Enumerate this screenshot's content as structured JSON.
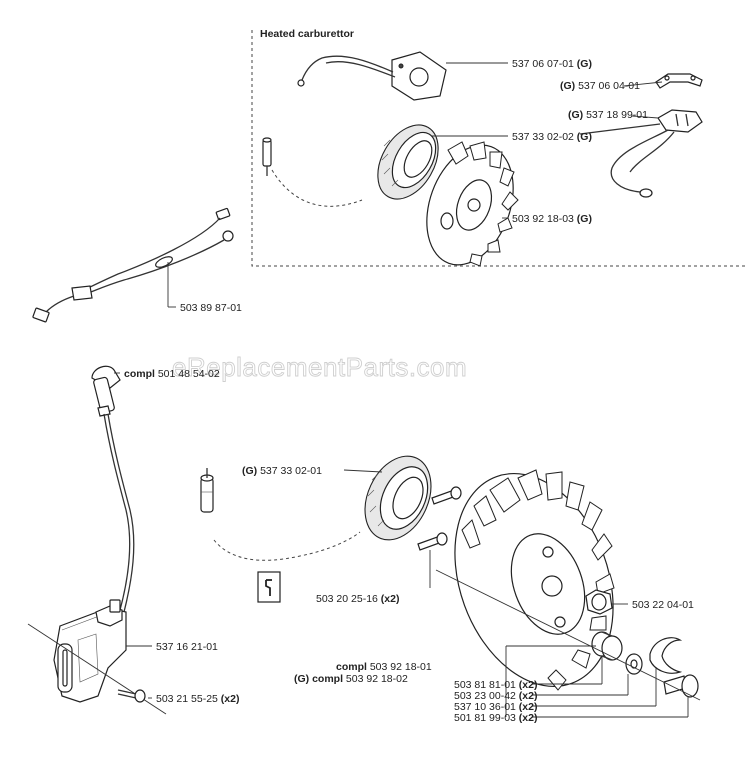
{
  "watermark": "eReplacementParts.com",
  "heated_section": {
    "title": "Heated carburettor",
    "labels": {
      "heat_element": {
        "pre": "",
        "code": "537 06 07-01",
        "post": " (G)"
      },
      "clip": {
        "pre": "(G) ",
        "code": "537 06 04-01",
        "post": ""
      },
      "sensor": {
        "pre": "(G) ",
        "code": "537 18 99-01",
        "post": ""
      },
      "generator_coil": {
        "pre": "",
        "code": "537 33 02-02",
        "post": " (G)"
      },
      "flywheel": {
        "pre": "",
        "code": "503 92 18-03",
        "post": " (G)"
      }
    }
  },
  "labels": {
    "wire_harness": {
      "pre": "",
      "code": "503 89 87-01",
      "post": ""
    },
    "spark_plug_cap": {
      "pre": "compl ",
      "code": "501 48 54-02",
      "post": ""
    },
    "generator": {
      "pre": "(G) ",
      "code": "537 33 02-01",
      "post": ""
    },
    "screws": {
      "pre": "",
      "code": "503 20 25-16",
      "post": " (x2)"
    },
    "nut": {
      "pre": "",
      "code": "503 22 04-01",
      "post": ""
    },
    "ignition_module": {
      "pre": "",
      "code": "537 16 21-01",
      "post": ""
    },
    "module_screws": {
      "pre": "",
      "code": "503 21 55-25",
      "post": " (x2)"
    },
    "flywheel_compl": {
      "pre": "compl ",
      "code": "503 92 18-01",
      "post": ""
    },
    "flywheel_compl_g": {
      "pre": "(G) compl ",
      "code": "503 92 18-02",
      "post": ""
    },
    "spring": {
      "pre": "",
      "code": "503 81 81-01",
      "post": " (x2)"
    },
    "washer": {
      "pre": "",
      "code": "503 23 00-42",
      "post": " (x2)"
    },
    "pawl": {
      "pre": "",
      "code": "537 10 36-01",
      "post": " (x2)"
    },
    "pawl_bolt": {
      "pre": "",
      "code": "501 81 99-03",
      "post": " (x2)"
    }
  },
  "icons": {
    "tool": "wrench-icon"
  }
}
